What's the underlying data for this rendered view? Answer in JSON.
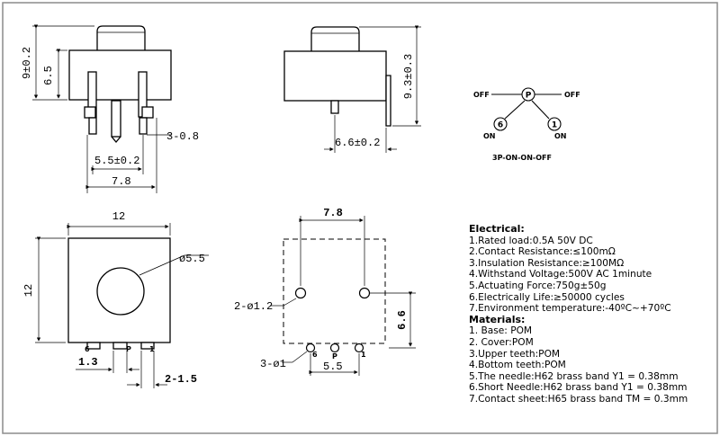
{
  "dims": {
    "front_total_h": "9±0.2",
    "front_body_h": "6.5",
    "side_total_h": "9.3±0.3",
    "side_depth": "6.6±0.2",
    "pin_width": "3-0.8",
    "pin_pitch": "5.5±0.2",
    "body_w_front": "7.8",
    "top_width": "12",
    "top_height": "12",
    "button_dia": "ø5.5",
    "pin_offset": "1.3",
    "pin_w_bottom": "2-1.5",
    "pcb_width": "7.8",
    "pcb_mount_holes": "2-ø1.2",
    "pcb_hole_spacing": "6.6",
    "pcb_pin_holes": "3-ø1",
    "pcb_pin_pitch": "5.5"
  },
  "pin_labels": {
    "a": "6",
    "p": "P",
    "b": "1"
  },
  "schematic": {
    "off_left": "OFF",
    "off_right": "OFF",
    "p": "P",
    "n6": "6",
    "n1": "1",
    "on_left": "ON",
    "on_right": "ON",
    "caption": "3P-ON-ON-OFF"
  },
  "spec": {
    "electrical_title": "Electrical:",
    "electrical": [
      "1.Rated load:0.5A 50V DC",
      "2.Contact Resistance:≤100mΩ",
      "3.Insulation Resistance:≥100MΩ",
      "4.Withstand Voltage:500V AC 1minute",
      "5.Actuating Force:750g±50g",
      "6.Electrically Life:≥50000 cycles",
      "7.Environment temperature:-40ºC~+70ºC"
    ],
    "materials_title": "Materials:",
    "materials": [
      "1. Base: POM",
      "2. Cover:POM",
      "3.Upper teeth:POM",
      "4.Bottom teeth:POM",
      "5.The needle:H62 brass band Y1 = 0.38mm",
      "6.Short Needle:H62 brass band Y1 = 0.38mm",
      "7.Contact sheet:H65 brass band TM = 0.3mm"
    ]
  }
}
